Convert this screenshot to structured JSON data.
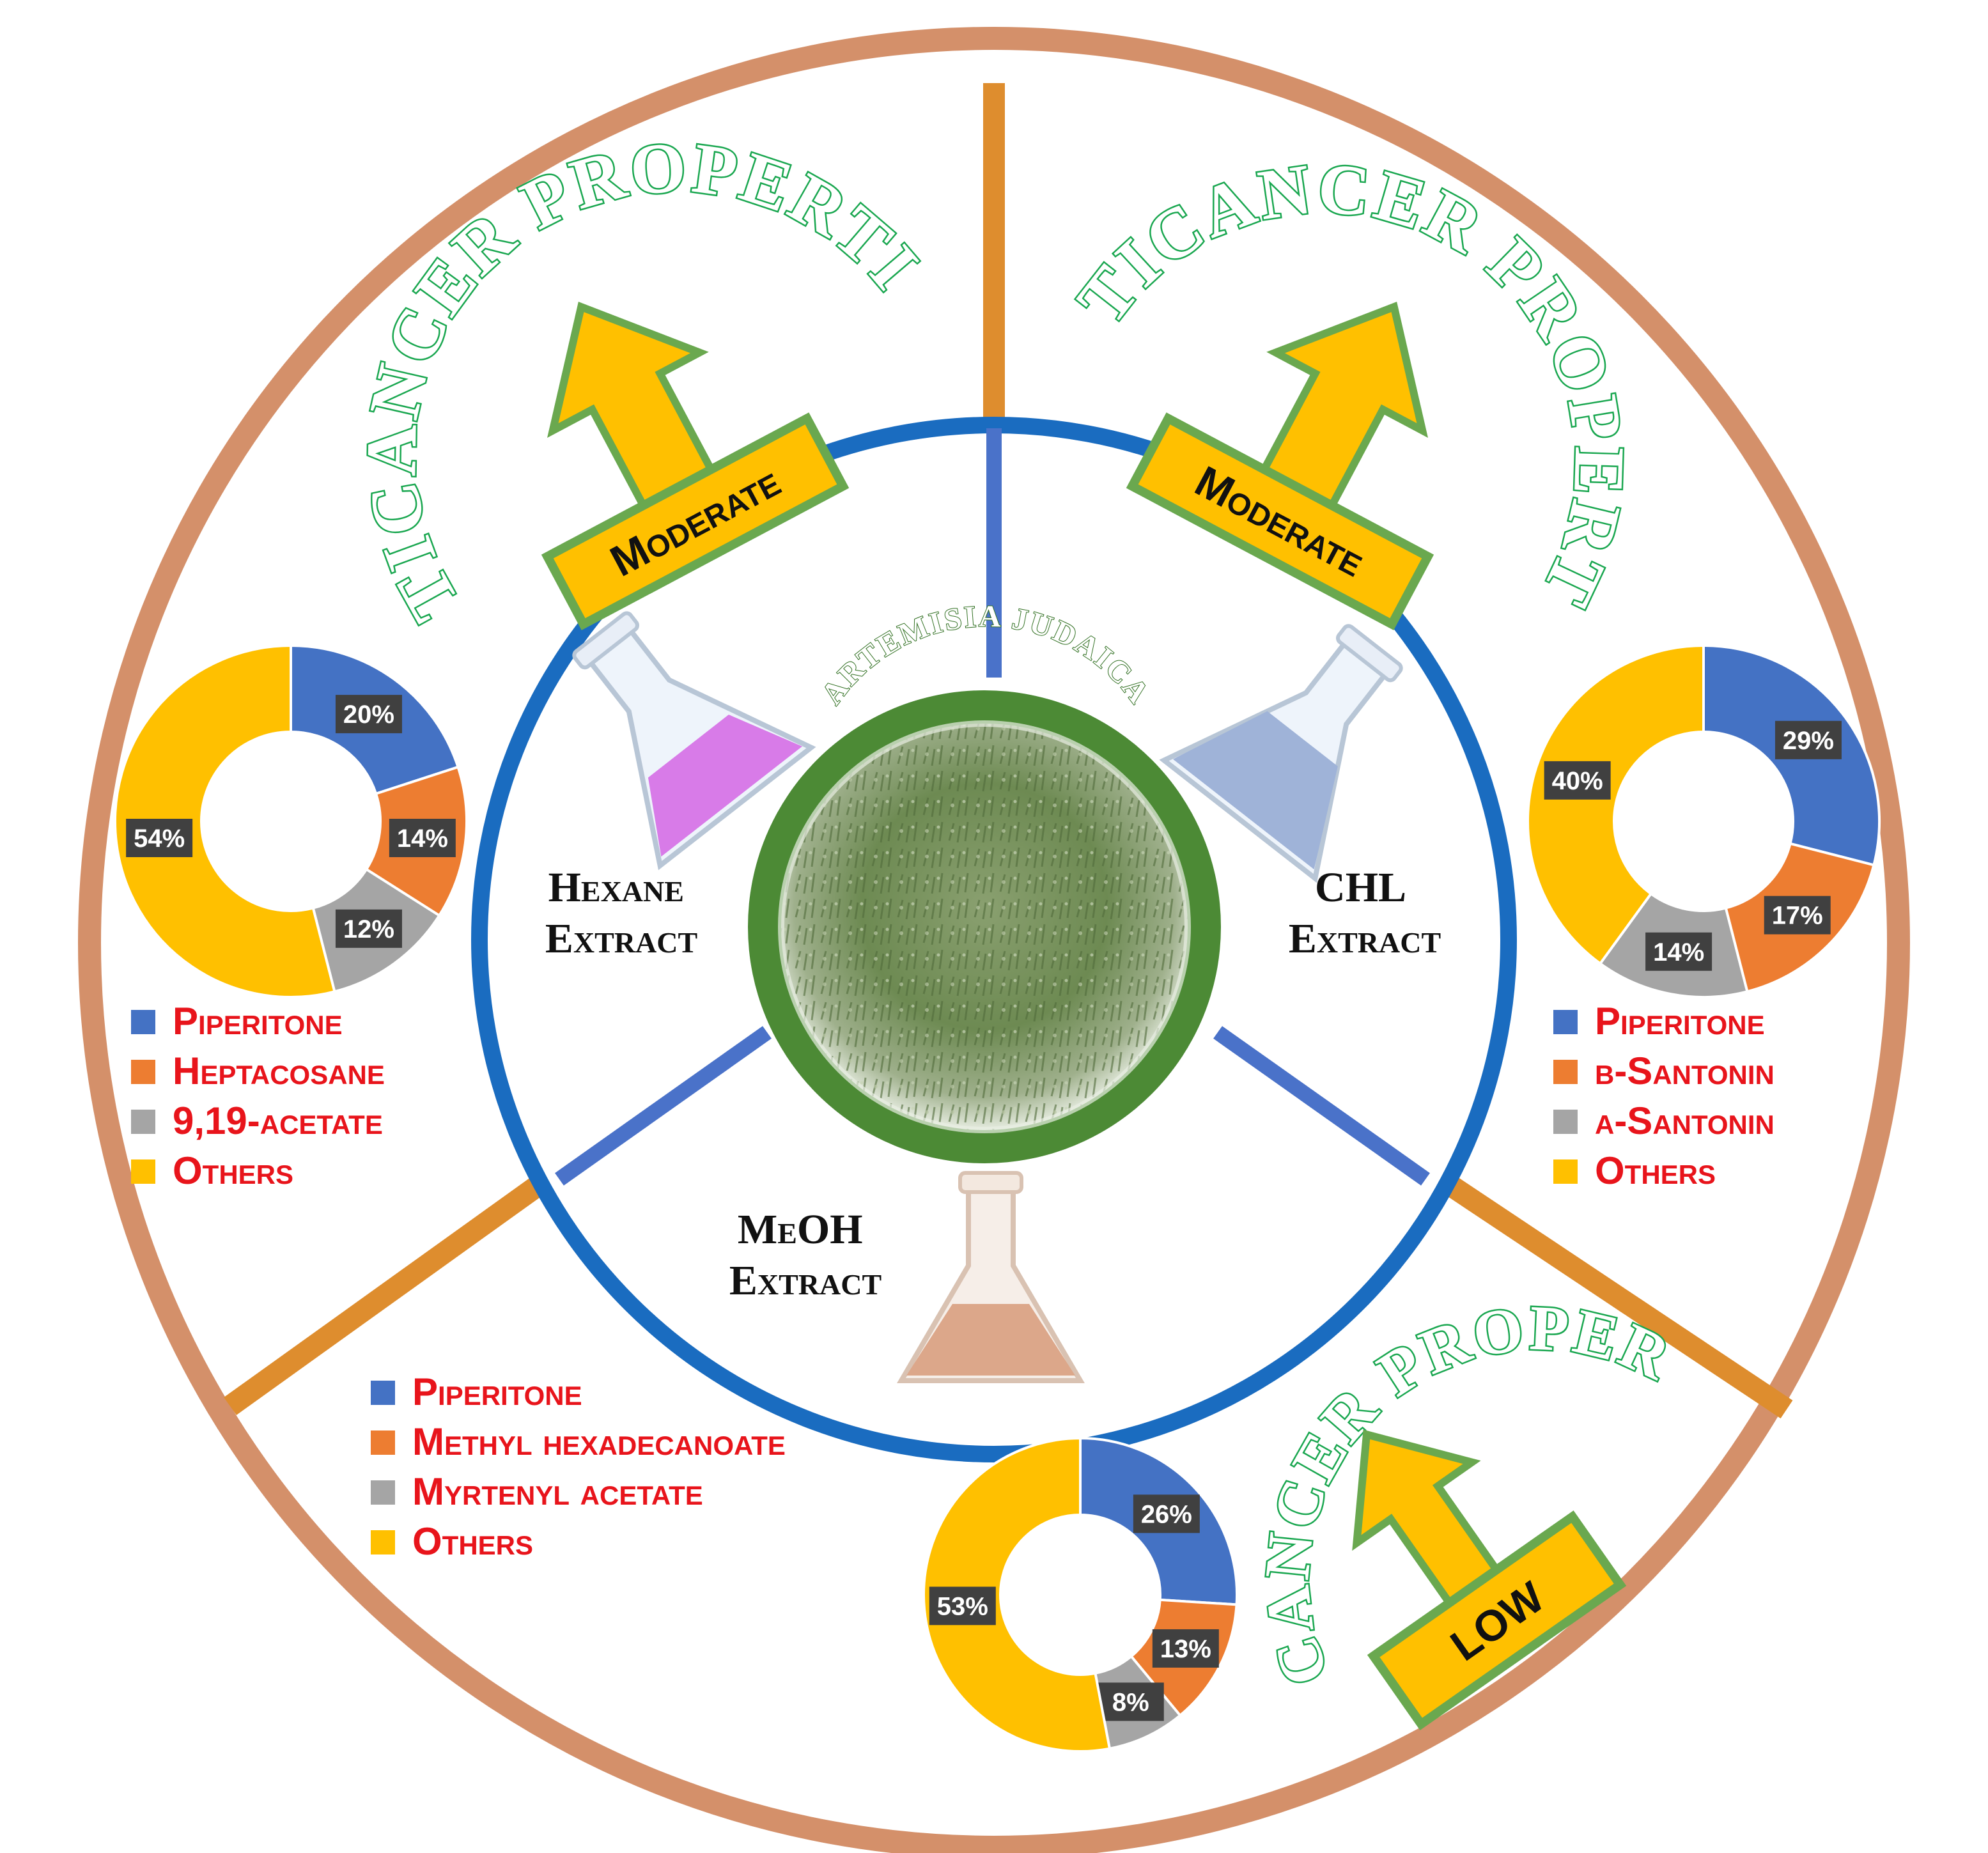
{
  "plant": {
    "title": "ARTEMISIA JUDAICA"
  },
  "colors": {
    "outer_ring": "#d4906a",
    "outer_divider": "#de8d2e",
    "inner_ring": "#1a6cc0",
    "inner_divider": "#4a72c9",
    "plant_ring": "#4c8a35",
    "title_green": "#1aa750",
    "legend_text": "#e8141b",
    "arrow_fill": "#ffc000",
    "arrow_stroke": "#6aa84f"
  },
  "extracts": [
    {
      "id": "hexane",
      "label_line1": "Hexane",
      "label_line2": "Extract",
      "flask_color": "#d87be8",
      "flask_icon": "conical-flask-icon"
    },
    {
      "id": "chl",
      "label_line1": "CHL",
      "label_line2": "Extract",
      "flask_color": "#9fb3d8",
      "flask_icon": "conical-flask-icon"
    },
    {
      "id": "meoh",
      "label_line1": "MeOH",
      "label_line2": "Extract",
      "flask_color": "#dca78a",
      "flask_icon": "erlenmeyer-flask-icon"
    }
  ],
  "properties": [
    {
      "id": "hexane",
      "title": "ANTICANCER PROPERTIES",
      "level": "Moderate"
    },
    {
      "id": "chl",
      "title": "ANTICANCER PROPERTIES",
      "level": "Moderate"
    },
    {
      "id": "meoh",
      "title": "ANTICANCER PROPERTIES",
      "level": "LOW"
    }
  ],
  "chart_data": [
    {
      "type": "pie",
      "variant": "donut",
      "categories": [
        "Piperitone",
        "Heptacosane",
        "9,19-acetate",
        "Others"
      ],
      "values": [
        20,
        14,
        12,
        54
      ],
      "value_labels": [
        "20%",
        "14%",
        "12%",
        "54%"
      ],
      "colors": [
        "#4472c4",
        "#ed7d31",
        "#a5a5a5",
        "#ffc000"
      ],
      "legend_position": "bottom"
    },
    {
      "type": "pie",
      "variant": "donut",
      "categories": [
        "Piperitone",
        "β-Santonin",
        "α-Santonin",
        "Others"
      ],
      "values": [
        29,
        17,
        14,
        40
      ],
      "value_labels": [
        "29%",
        "17%",
        "14%",
        "40%"
      ],
      "colors": [
        "#4472c4",
        "#ed7d31",
        "#a5a5a5",
        "#ffc000"
      ],
      "legend_position": "bottom"
    },
    {
      "type": "pie",
      "variant": "donut",
      "categories": [
        "Piperitone",
        "Methyl hexadecanoate",
        "Myrtenyl acetate",
        "Others"
      ],
      "values": [
        26,
        13,
        8,
        53
      ],
      "value_labels": [
        "26%",
        "13%",
        "8%",
        "53%"
      ],
      "colors": [
        "#4472c4",
        "#ed7d31",
        "#a5a5a5",
        "#ffc000"
      ],
      "legend_position": "top-left"
    }
  ]
}
